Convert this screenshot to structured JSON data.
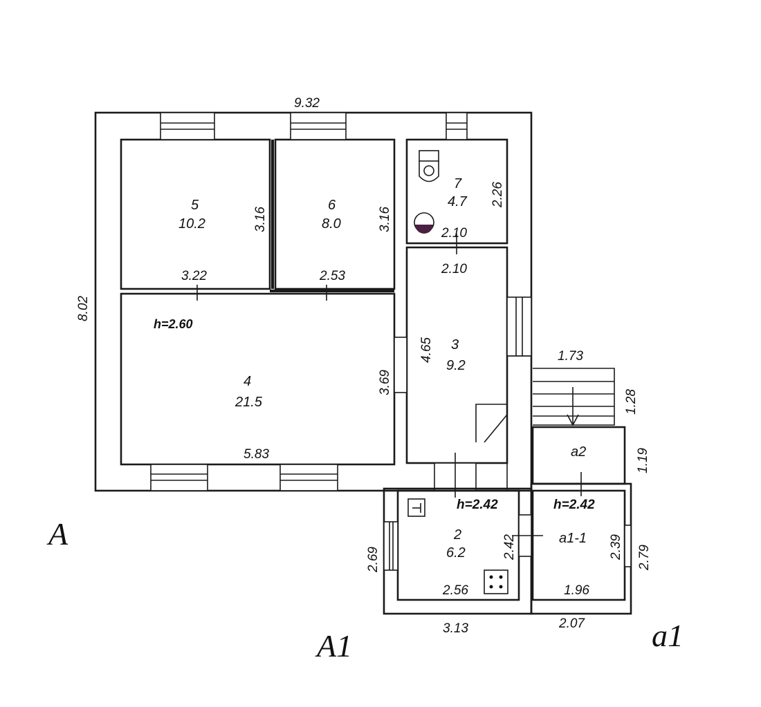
{
  "overall": {
    "width": "9.32",
    "depth": "8.02"
  },
  "rooms": [
    {
      "id": "5",
      "area": "10.2",
      "width": "3.22",
      "depth": "3.16"
    },
    {
      "id": "6",
      "area": "8.0",
      "width": "2.53",
      "depth": "3.16"
    },
    {
      "id": "7",
      "area": "4.7",
      "width": "2.10",
      "depth": "2.26"
    },
    {
      "id": "3",
      "area": "9.2",
      "width": "2.10",
      "depth": "4.65"
    },
    {
      "id": "4",
      "area": "21.5",
      "width": "5.83",
      "depth": "3.69"
    },
    {
      "id": "2",
      "area": "6.2",
      "width": "2.56",
      "depth": "2.42"
    },
    {
      "id": "a1-1",
      "width": "1.96",
      "depth": "2.39"
    },
    {
      "id": "a2",
      "depth": "1.19"
    }
  ],
  "heights": {
    "main": "h=2.60",
    "annex": "h=2.42",
    "veranda": "h=2.42"
  },
  "stairs": {
    "width": "1.73",
    "depth": "1.28"
  },
  "annex_dims": {
    "outer_a1": "3.13",
    "outer_a1_depth": "2.69",
    "outer_a1_1": "2.07",
    "outer_a1_1_depth": "2.79"
  },
  "section_labels": {
    "main": "A",
    "annex": "A1",
    "veranda": "a1"
  }
}
